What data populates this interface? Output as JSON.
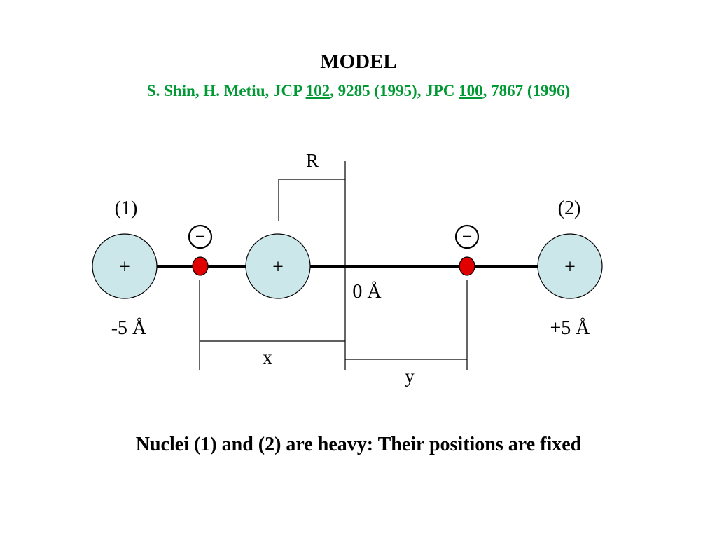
{
  "title": "MODEL",
  "citation": {
    "part1": "S. Shin, H. Metiu, JCP ",
    "vol1": "102",
    "part2": ", 9285 (1995), JPC ",
    "vol2": "100",
    "part3": ", 7867 (1996)"
  },
  "diagram": {
    "label_R": "R",
    "label_nucleus1": "(1)",
    "label_nucleus2": "(2)",
    "plus_sign": "+",
    "minus_sign": "−",
    "label_origin": "0 Å",
    "label_left_pos": "-5 Å",
    "label_right_pos": "+5 Å",
    "label_x": "x",
    "label_y": "y"
  },
  "caption": "Nuclei (1) and (2) are heavy: Their positions are fixed",
  "colors": {
    "citation_green": "#009933",
    "nucleus_fill": "#cce7ea",
    "electron_fill": "#e00000",
    "line": "#000000"
  }
}
